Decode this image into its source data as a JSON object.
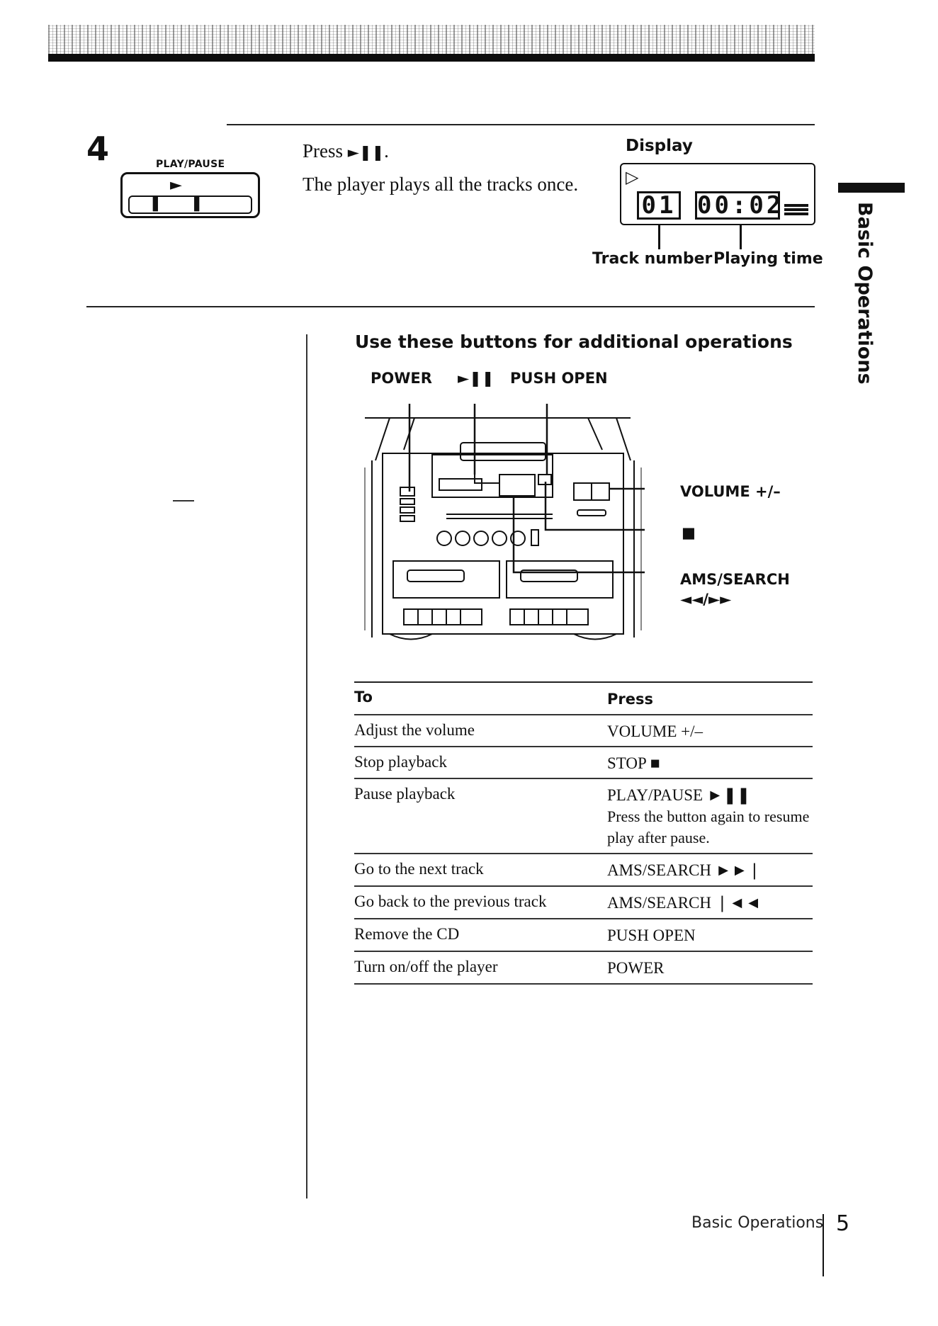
{
  "step": {
    "number": "4",
    "button_label": "PLAY/PAUSE",
    "button_glyphs": "► ❚❚",
    "press_prefix": "Press",
    "press_symbol": "►❚❚",
    "press_suffix": ".",
    "description": "The player plays all the tracks once."
  },
  "display": {
    "title": "Display",
    "track_digits": "01",
    "time_digits": "00:02",
    "play_indicator": "▷",
    "track_label": "Track number",
    "time_label": "Playing time"
  },
  "side_tab": {
    "text": "Basic Operations"
  },
  "operations": {
    "heading": "Use these buttons for additional operations",
    "labels": {
      "power": "POWER",
      "play_pause": "►❚❚",
      "push_open": "PUSH OPEN",
      "volume": "VOLUME +/–",
      "stop": "■",
      "ams_search": "AMS/SEARCH",
      "ams_symbols": "◄◄/►►"
    }
  },
  "table": {
    "headers": {
      "to": "To",
      "press": "Press"
    },
    "rows": [
      {
        "to": "Adjust the volume",
        "press": "VOLUME +/–",
        "note": ""
      },
      {
        "to": "Stop playback",
        "press": "STOP ■",
        "note": ""
      },
      {
        "to": "Pause playback",
        "press": "PLAY/PAUSE ►❚❚",
        "note": "Press the button again to resume play after pause."
      },
      {
        "to": "Go to the next track",
        "press": "AMS/SEARCH ►►❘",
        "note": ""
      },
      {
        "to": "Go back to the previous track",
        "press": "AMS/SEARCH ❘◄◄",
        "note": ""
      },
      {
        "to": "Remove the CD",
        "press": "PUSH OPEN",
        "note": ""
      },
      {
        "to": "Turn on/off the player",
        "press": "POWER",
        "note": ""
      }
    ]
  },
  "footer": {
    "section": "Basic Operations",
    "page": "5"
  }
}
